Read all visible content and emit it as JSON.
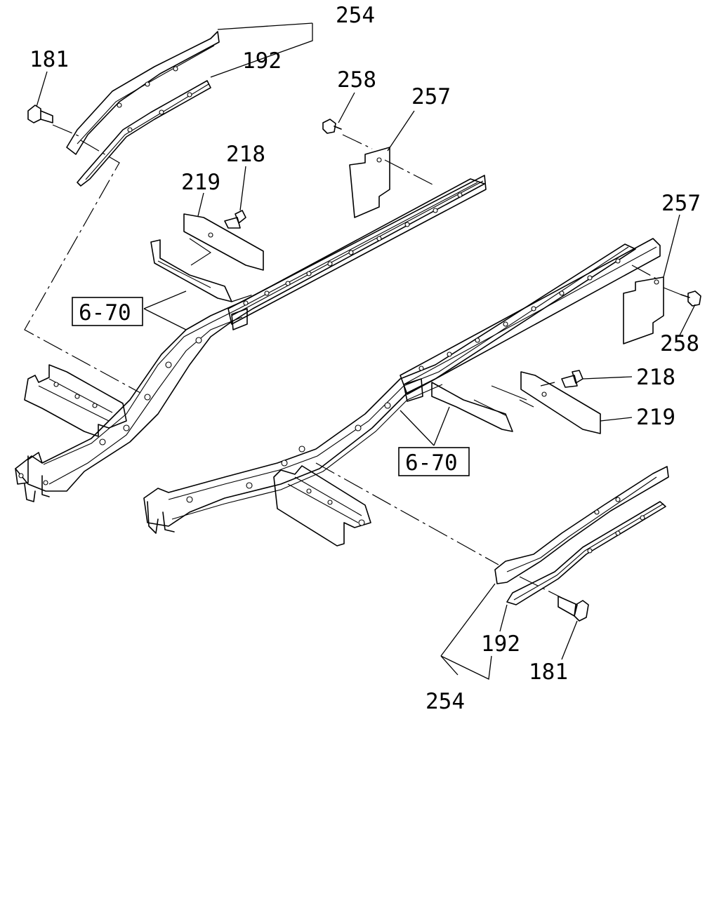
{
  "callouts": {
    "c254_top": "254",
    "c192_top": "192",
    "c181_top": "181",
    "c258_top": "258",
    "c257_top": "257",
    "c218_top": "218",
    "c219_top": "219",
    "ref_670_left": "6-70",
    "c257_right": "257",
    "c258_right": "258",
    "c218_right": "218",
    "c219_right": "219",
    "ref_670_mid": "6-70",
    "c192_bottom": "192",
    "c181_bottom": "181",
    "c254_bottom": "254"
  }
}
